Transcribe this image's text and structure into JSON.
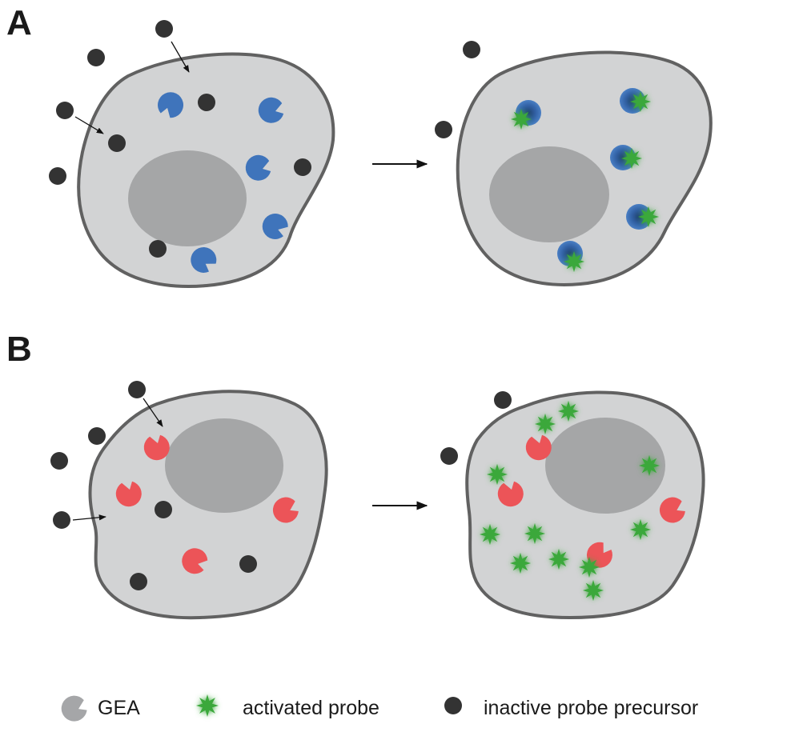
{
  "panels": {
    "a": {
      "label": "A"
    },
    "b": {
      "label": "B"
    }
  },
  "legend": {
    "gea": "GEA",
    "activated_probe": "activated probe",
    "inactive_precursor": "inactive probe precursor"
  },
  "colors": {
    "cell_fill": "#d2d3d4",
    "cell_stroke": "#616161",
    "nucleus": "#a5a6a7",
    "precursor": "#333333",
    "gea_blue": "#3f74bb",
    "gea_red": "#ec5458",
    "gea_legend": "#a5a6a8",
    "probe_green": "#3aa83a"
  },
  "icons": {
    "gea": "pac-man-shape",
    "activated_probe": "starburst",
    "precursor": "filled-circle",
    "process_arrow": "right-arrow"
  }
}
